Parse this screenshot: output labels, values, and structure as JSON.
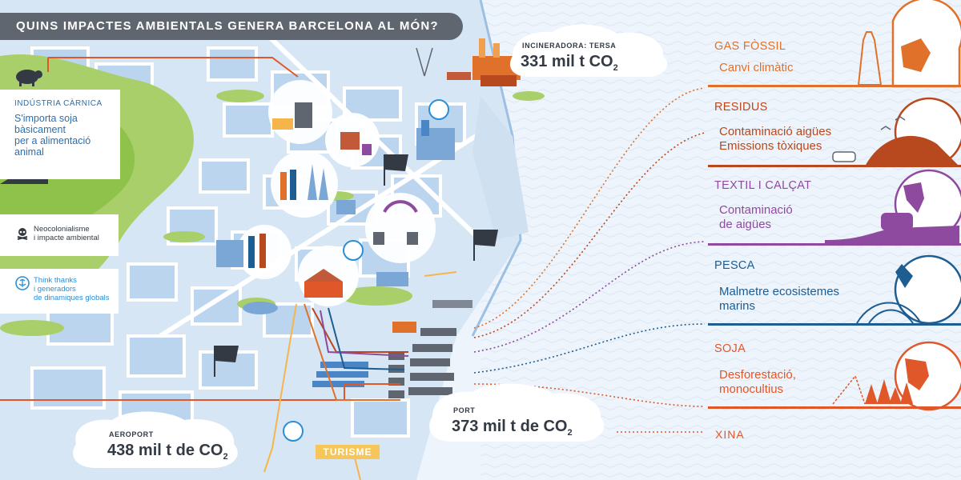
{
  "title": "QUINS IMPACTES AMBIENTALS GENERA BARCELONA AL MÓN?",
  "incineradora": {
    "label": "INCINERADORA: TERSA",
    "value": "331 mil t CO",
    "sub": "2"
  },
  "aeroport": {
    "label": "AEROPORT",
    "value": "438 mil t de CO",
    "sub": "2"
  },
  "port": {
    "label": "PORT",
    "value": "373 mil t de CO",
    "sub": "2"
  },
  "industria": {
    "title": "INDÚSTRIA CÀRNICA",
    "text": "S'importa soja\nbàsicament\nper a alimentació\nanimal"
  },
  "legend": {
    "neocolonialisme": "Neocolonialisme\ni impacte ambiental",
    "think_tanks": "Think thanks\ni generadors\nde dinamiques globals"
  },
  "turisme": "TURISME",
  "impacts": [
    {
      "category": "GAS FÒSSIL",
      "effect": "Canvi climàtic",
      "color": "#e0712a"
    },
    {
      "category": "RESIDUS",
      "effect": "Contaminació aigües\nEmissions tòxiques",
      "color": "#b8481e"
    },
    {
      "category": "TEXTIL I CALÇAT",
      "effect": "Contaminació\nde aigües",
      "color": "#8e4a9e"
    },
    {
      "category": "PESCA",
      "effect": "Malmetre ecosistemes\nmarins",
      "color": "#1d5d92"
    },
    {
      "category": "SOJA",
      "effect": "Desforestació,\nmonocultius",
      "color": "#e0572a"
    }
  ],
  "xina": "XINA",
  "colors": {
    "city_block": "#c9def2",
    "street": "#ffffff",
    "sea": "#eef4fb",
    "green": "#8ec24a",
    "title_bar": "#5f6670"
  }
}
